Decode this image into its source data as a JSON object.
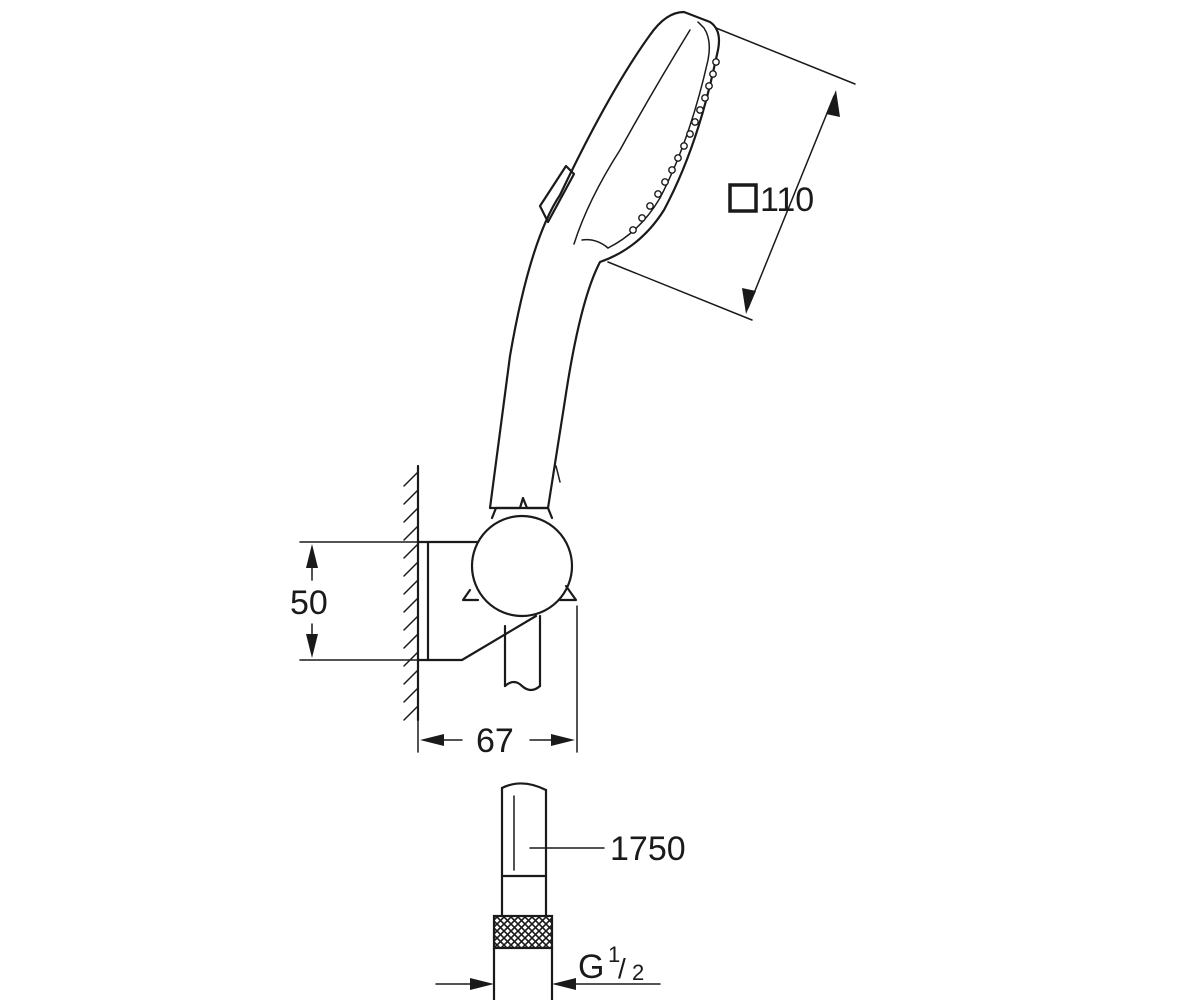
{
  "dimensions": {
    "head_size": {
      "symbol": "square-icon",
      "value": "110"
    },
    "bracket_height": "50",
    "bracket_projection": "67",
    "hose_length": "1750",
    "thread": {
      "prefix": "G",
      "numerator": "1",
      "denominator": "2"
    }
  }
}
